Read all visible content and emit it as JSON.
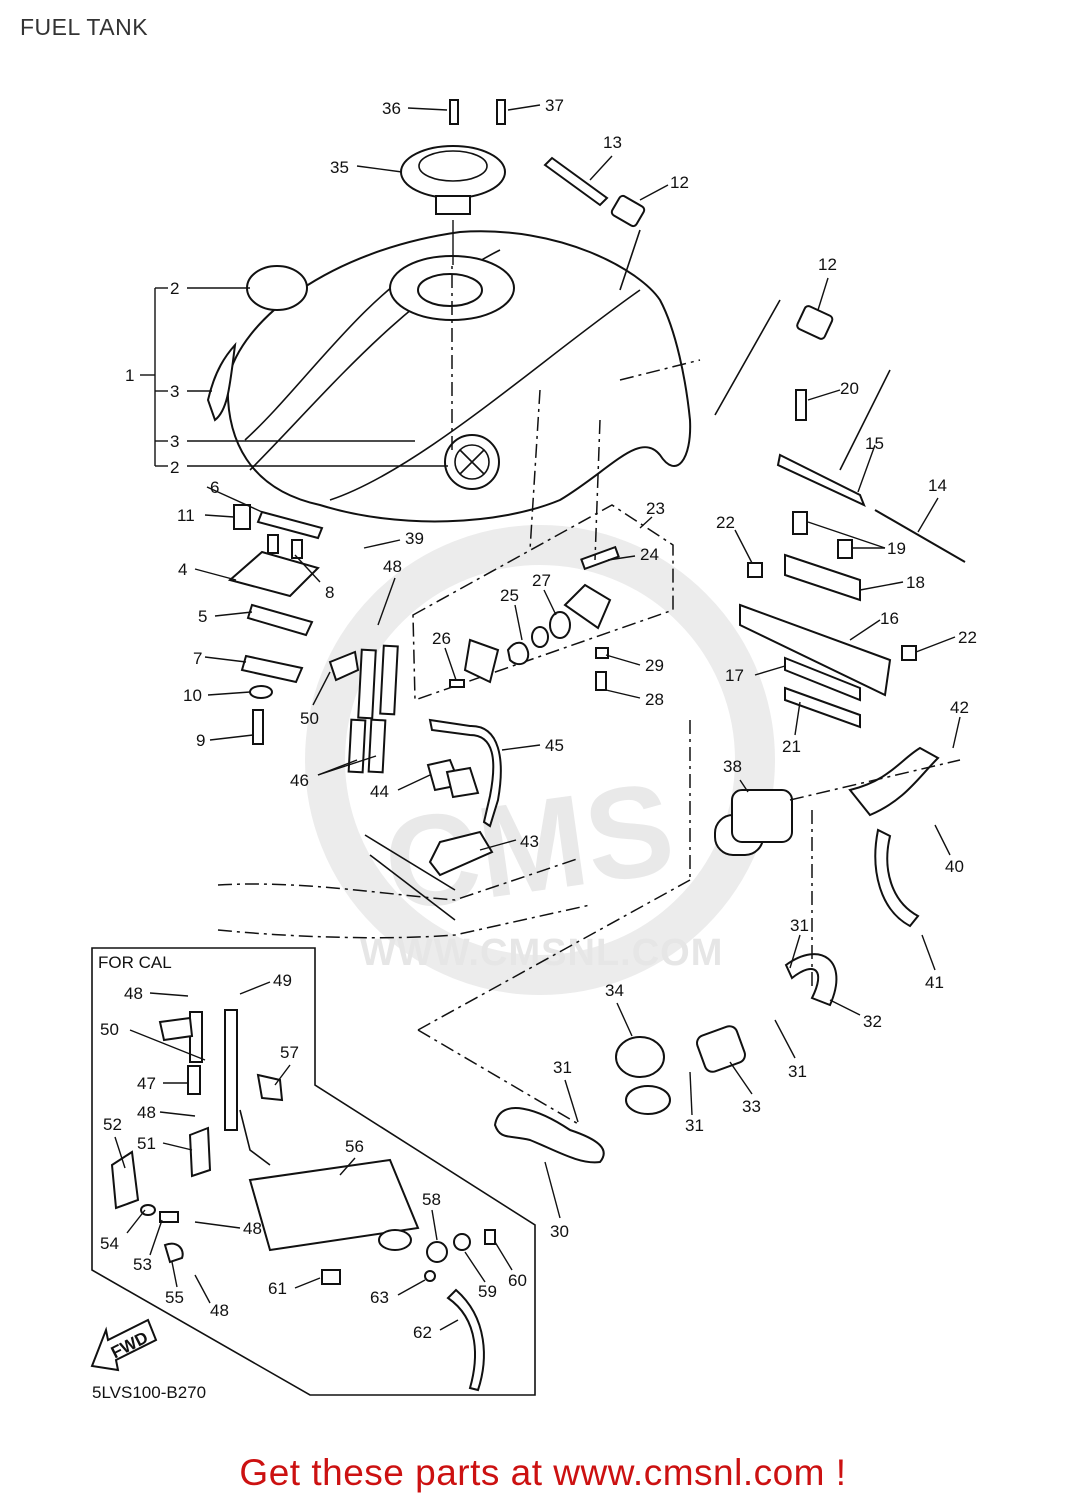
{
  "title": "FUEL TANK",
  "footer": "Get these parts at www.cmsnl.com !",
  "diagram_code": "5LVS100-B270",
  "inset_label": "FOR CAL",
  "fwd_label": "FWD",
  "watermark": {
    "logo": "CMS",
    "url": "WWW.CMSNL.COM"
  },
  "colors": {
    "line": "#111111",
    "footer": "#cc1111",
    "title": "#333333",
    "watermark": "#e6e6e6"
  },
  "callouts": [
    "1",
    "2",
    "2",
    "3",
    "3",
    "3",
    "4",
    "5",
    "6",
    "7",
    "8",
    "9",
    "10",
    "11",
    "12",
    "12",
    "13",
    "14",
    "15",
    "16",
    "17",
    "18",
    "19",
    "20",
    "21",
    "22",
    "22",
    "23",
    "24",
    "25",
    "26",
    "27",
    "28",
    "29",
    "30",
    "31",
    "31",
    "31",
    "31",
    "31",
    "32",
    "33",
    "34",
    "35",
    "36",
    "37",
    "38",
    "39",
    "40",
    "41",
    "42",
    "43",
    "44",
    "45",
    "46",
    "47",
    "48",
    "48",
    "48",
    "48",
    "48",
    "49",
    "50",
    "50",
    "51",
    "52",
    "53",
    "54",
    "55",
    "56",
    "57",
    "58",
    "59",
    "60",
    "61",
    "62",
    "63"
  ]
}
